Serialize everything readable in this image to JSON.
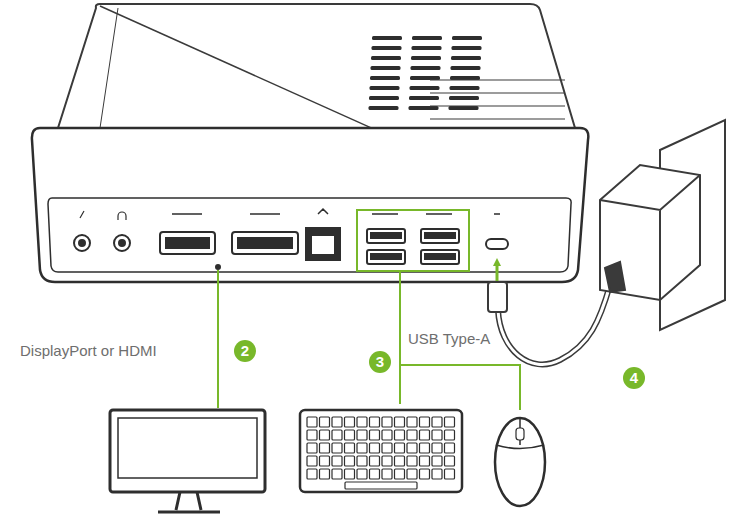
{
  "diagram": {
    "labels": [
      "DisplayPort or HDMI",
      "2",
      "USB Type-A",
      "3",
      "4"
    ]
  }
}
